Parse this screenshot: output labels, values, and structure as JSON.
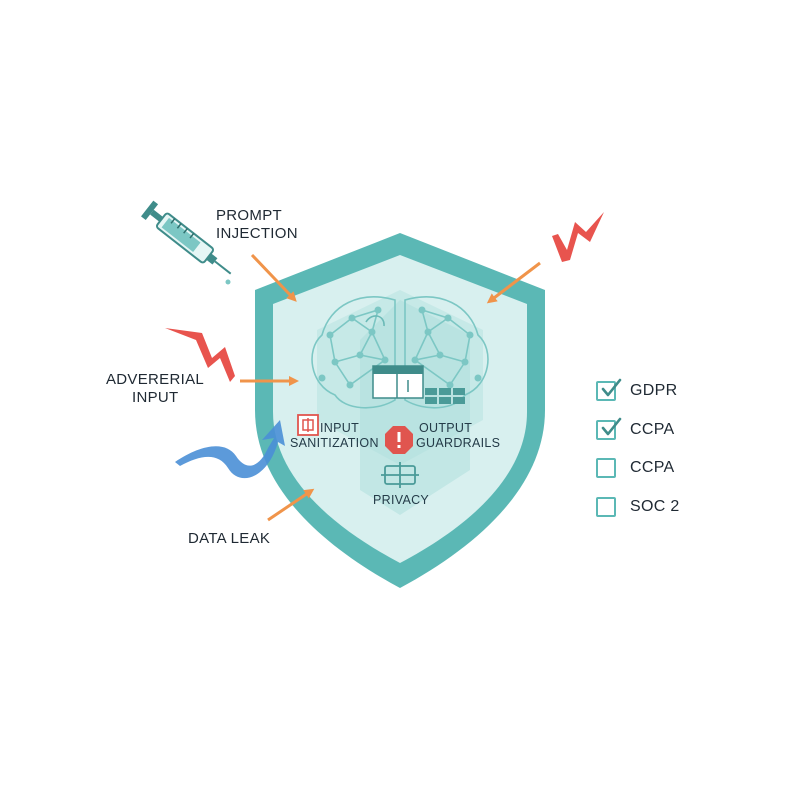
{
  "threats": {
    "prompt_injection": [
      "PROMPT",
      "INJECTION"
    ],
    "adversarial_input": [
      "ADVERERIAL",
      "INPUT"
    ],
    "data_leak": "DATA LEAK"
  },
  "controls": {
    "input_sanitization": [
      "INPUT",
      "SANITIZATION"
    ],
    "output_guardrails": [
      "OUTPUT",
      "GUARDRAILS"
    ],
    "privacy": "PRIVACY"
  },
  "compliance": [
    {
      "label": "GDPR",
      "checked": true
    },
    {
      "label": "CCPA",
      "checked": true
    },
    {
      "label": "CCPA",
      "checked": false
    },
    {
      "label": "SOC 2",
      "checked": false
    }
  ],
  "colors": {
    "shield": "#5bb8b5",
    "shield_fill": "#d8f0ef",
    "arrow": "#f0944a",
    "lightning": "#e8544e",
    "wave": "#4a8fd6",
    "alert": "#e0554f"
  }
}
